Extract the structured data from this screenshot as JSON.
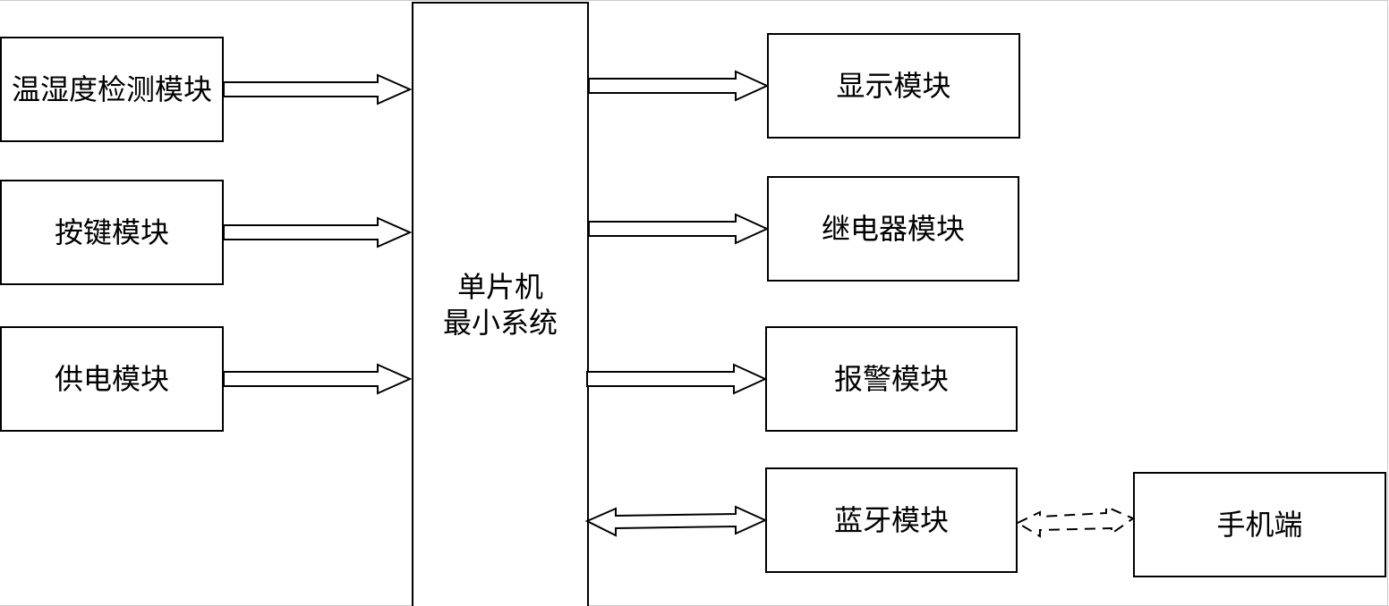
{
  "diagram": {
    "center": {
      "line1": "单片机",
      "line2": "最小系统"
    },
    "inputs": [
      {
        "label": "温湿度检测模块"
      },
      {
        "label": "按键模块"
      },
      {
        "label": "供电模块"
      }
    ],
    "outputs": [
      {
        "label": "显示模块"
      },
      {
        "label": "继电器模块"
      },
      {
        "label": "报警模块"
      },
      {
        "label": "蓝牙模块"
      }
    ],
    "external": {
      "label": "手机端"
    },
    "colors": {
      "stroke": "#000000",
      "fill": "#ffffff"
    }
  }
}
